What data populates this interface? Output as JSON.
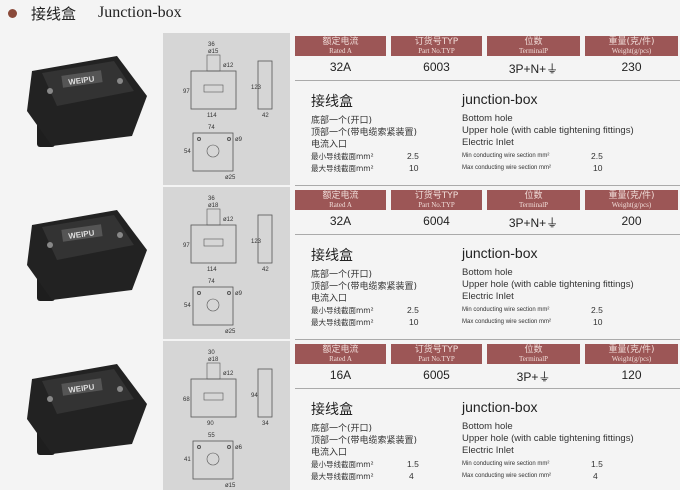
{
  "header": {
    "title_cn": "接线盒",
    "title_en": "Junction-box"
  },
  "columns": [
    {
      "cn": "额定电流",
      "en": "Rated A"
    },
    {
      "cn": "订货号TYP",
      "en": "Part No.TYP"
    },
    {
      "cn": "位数",
      "en": "TerminalP"
    },
    {
      "cn": "重量(克/件)",
      "en": "Weight(g/pcs)"
    }
  ],
  "products": [
    {
      "rated": "32A",
      "part": "6003",
      "terminal": "3P+N+⏚",
      "weight": "230",
      "logo": "WEIPU",
      "name_cn": "接线盒",
      "name_en": "junction-box",
      "cn_lines": [
        "底部一个(开口)",
        "顶部一个(带电缆索紧装置)",
        "电流入口"
      ],
      "en_lines": [
        "Bottom hole",
        "Upper hole (with cable tightening fittings)",
        "Electric Inlet"
      ],
      "min_cn": "最小导线截面mm²",
      "max_cn": "最大导线截面mm²",
      "min_en": "Min conducting wire section mm²",
      "max_en": "Max conducting wire section mm²",
      "min": "2.5",
      "max": "10",
      "dims": {
        "top_w": "36",
        "d_gland": "ø15",
        "d_inner": "ø12",
        "h": "97",
        "w": "114",
        "side_h": "123",
        "side_w": "42",
        "hole_span": "74",
        "d_hole": "ø9",
        "depth": "54",
        "d_inlet": "ø25"
      }
    },
    {
      "rated": "32A",
      "part": "6004",
      "terminal": "3P+N+⏚",
      "weight": "200",
      "logo": "WEIPU",
      "name_cn": "接线盒",
      "name_en": "junction-box",
      "cn_lines": [
        "底部一个(开口)",
        "顶部一个(带电缆索紧装置)",
        "电流入口"
      ],
      "en_lines": [
        "Bottom hole",
        "Upper hole (with cable tightening fittings)",
        "Electric Inlet"
      ],
      "min_cn": "最小导线截面mm²",
      "max_cn": "最大导线截面mm²",
      "min_en": "Min conducting wire section mm²",
      "max_en": "Max conducting wire section mm²",
      "min": "2.5",
      "max": "10",
      "dims": {
        "top_w": "36",
        "d_gland": "ø18",
        "d_inner": "ø12",
        "h": "97",
        "w": "114",
        "side_h": "123",
        "side_w": "42",
        "hole_span": "74",
        "d_hole": "ø9",
        "depth": "54",
        "d_inlet": "ø25"
      }
    },
    {
      "rated": "16A",
      "part": "6005",
      "terminal": "3P+⏚",
      "weight": "120",
      "logo": "WEIPU",
      "name_cn": "接线盒",
      "name_en": "junction-box",
      "cn_lines": [
        "底部一个(开口)",
        "顶部一个(带电缆索紧装置)",
        "电流入口"
      ],
      "en_lines": [
        "Bottom hole",
        "Upper hole (with cable tightening fittings)",
        "Electric Inlet"
      ],
      "min_cn": "最小导线截面mm²",
      "max_cn": "最大导线截面mm²",
      "min_en": "Min conducting wire section mm²",
      "max_en": "Max conducting wire section mm²",
      "min": "1.5",
      "max": "4",
      "dims": {
        "top_w": "30",
        "d_gland": "ø18",
        "d_inner": "ø12",
        "h": "68",
        "w": "90",
        "side_h": "94",
        "side_w": "34",
        "hole_span": "55",
        "d_hole": "ø6",
        "depth": "41",
        "d_inlet": "ø15"
      }
    }
  ]
}
